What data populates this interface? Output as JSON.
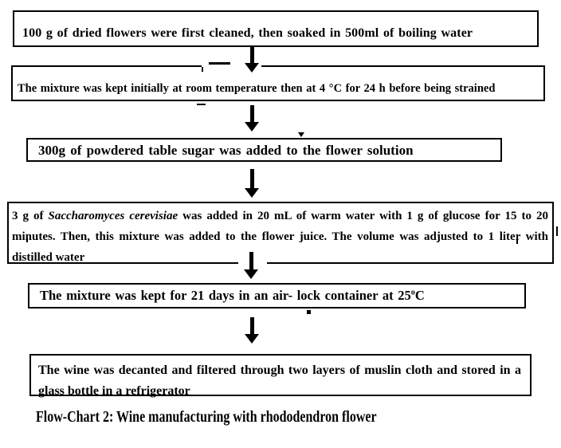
{
  "title": "Flow-Chart 2: Wine manufacturing with rhododendron flower",
  "steps": [
    {
      "text": "100 g of dried flowers were first cleaned, then soaked in 500ml of boiling water"
    },
    {
      "text": "The mixture was kept initially at room temperature then at 4 °C for 24 h before being strained"
    },
    {
      "text": "300g of powdered table sugar was added to the flower solution"
    },
    {
      "pre": "3 g of ",
      "species": "Saccharomyces cerevisiae",
      "post": " was added in 20 mL  of warm water with 1 g of glucose for 15 to 20 minutes. Then, this mixture was added to the flower juice. The volume was adjusted to 1 liter with distilled water"
    },
    {
      "pre": "The mixture was kept for 21 days in an air- lock container at 25",
      "sup": "o",
      "post": "C"
    },
    {
      "text": "The wine was decanted and filtered through two layers of muslin cloth and stored in a glass bottle in a refrigerator"
    }
  ],
  "icons": {
    "connector": "down-arrow"
  },
  "colors": {
    "ink": "#000000",
    "paper": "#ffffff"
  }
}
